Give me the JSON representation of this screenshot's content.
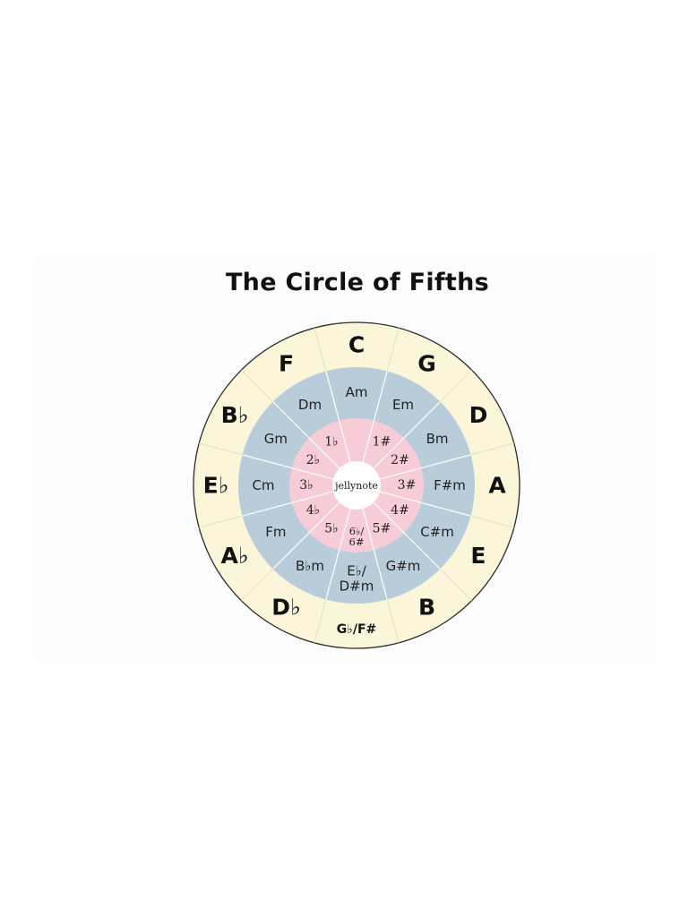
{
  "title": "The Circle of Fifths",
  "logo": "jellynote",
  "colors": {
    "outer_ring": "#fbf6d9",
    "middle_ring": "#b8cdd9",
    "inner_ring": "#f6ccd6",
    "hub": "#ffffff"
  },
  "major_keys": [
    "C",
    "G",
    "D",
    "A",
    "E",
    "B",
    "G♭/F#",
    "D♭",
    "A♭",
    "E♭",
    "B♭",
    "F"
  ],
  "minor_keys": [
    "Am",
    "Em",
    "Bm",
    "F#m",
    "C#m",
    "G#m",
    "E♭/\nD#m",
    "B♭m",
    "Fm",
    "Cm",
    "Gm",
    "Dm"
  ],
  "key_signatures": [
    "",
    "1#",
    "2#",
    "3#",
    "4#",
    "5#",
    "6♭/\n6#",
    "5♭",
    "4♭",
    "3♭",
    "2♭",
    "1♭"
  ]
}
